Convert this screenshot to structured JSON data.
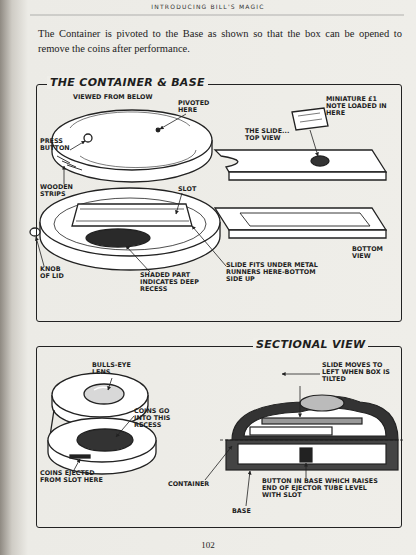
{
  "diagram": {
    "title": "INTRODUCING BILL'S MAGIC",
    "nodes": [
      {
        "text": [
          "THE CONTAINER & BASE",
          "VIEWED FROM BELOW"
        ]
      },
      {
        "text": [
          "SECTIONAL VIEW"
        ]
      }
    ],
    "labels": [
      "The Container is pivoted to the Base as shown so that the box can be opened to remove the coins after performance.",
      "PRESS BUTTON",
      "PIVOTED HERE",
      "MINIATURE £1 NOTE LOADED IN HERE",
      "THE SLIDE... TOP VIEW",
      "WOODEN STRIPS",
      "SLOT",
      "BOTTOM VIEW",
      "KNOB OF LID",
      "SHADED PART INDICATES DEEP RECESS",
      "SLIDE FITS UNDER METAL RUNNERS HERE-BOTTOM SIDE UP",
      "BULLS-EYE LENS",
      "COINS GO INTO THIS RECESS",
      "COINS EJECTED FROM SLOT HERE",
      "SLIDE MOVES TO LEFT WHEN BOX IS TILTED",
      "CONTAINER",
      "BUTTON IN BASE WHICH RAISES END OF EJECTOR TUBE LEVEL WITH SLOT",
      "BASE",
      "102"
    ]
  }
}
